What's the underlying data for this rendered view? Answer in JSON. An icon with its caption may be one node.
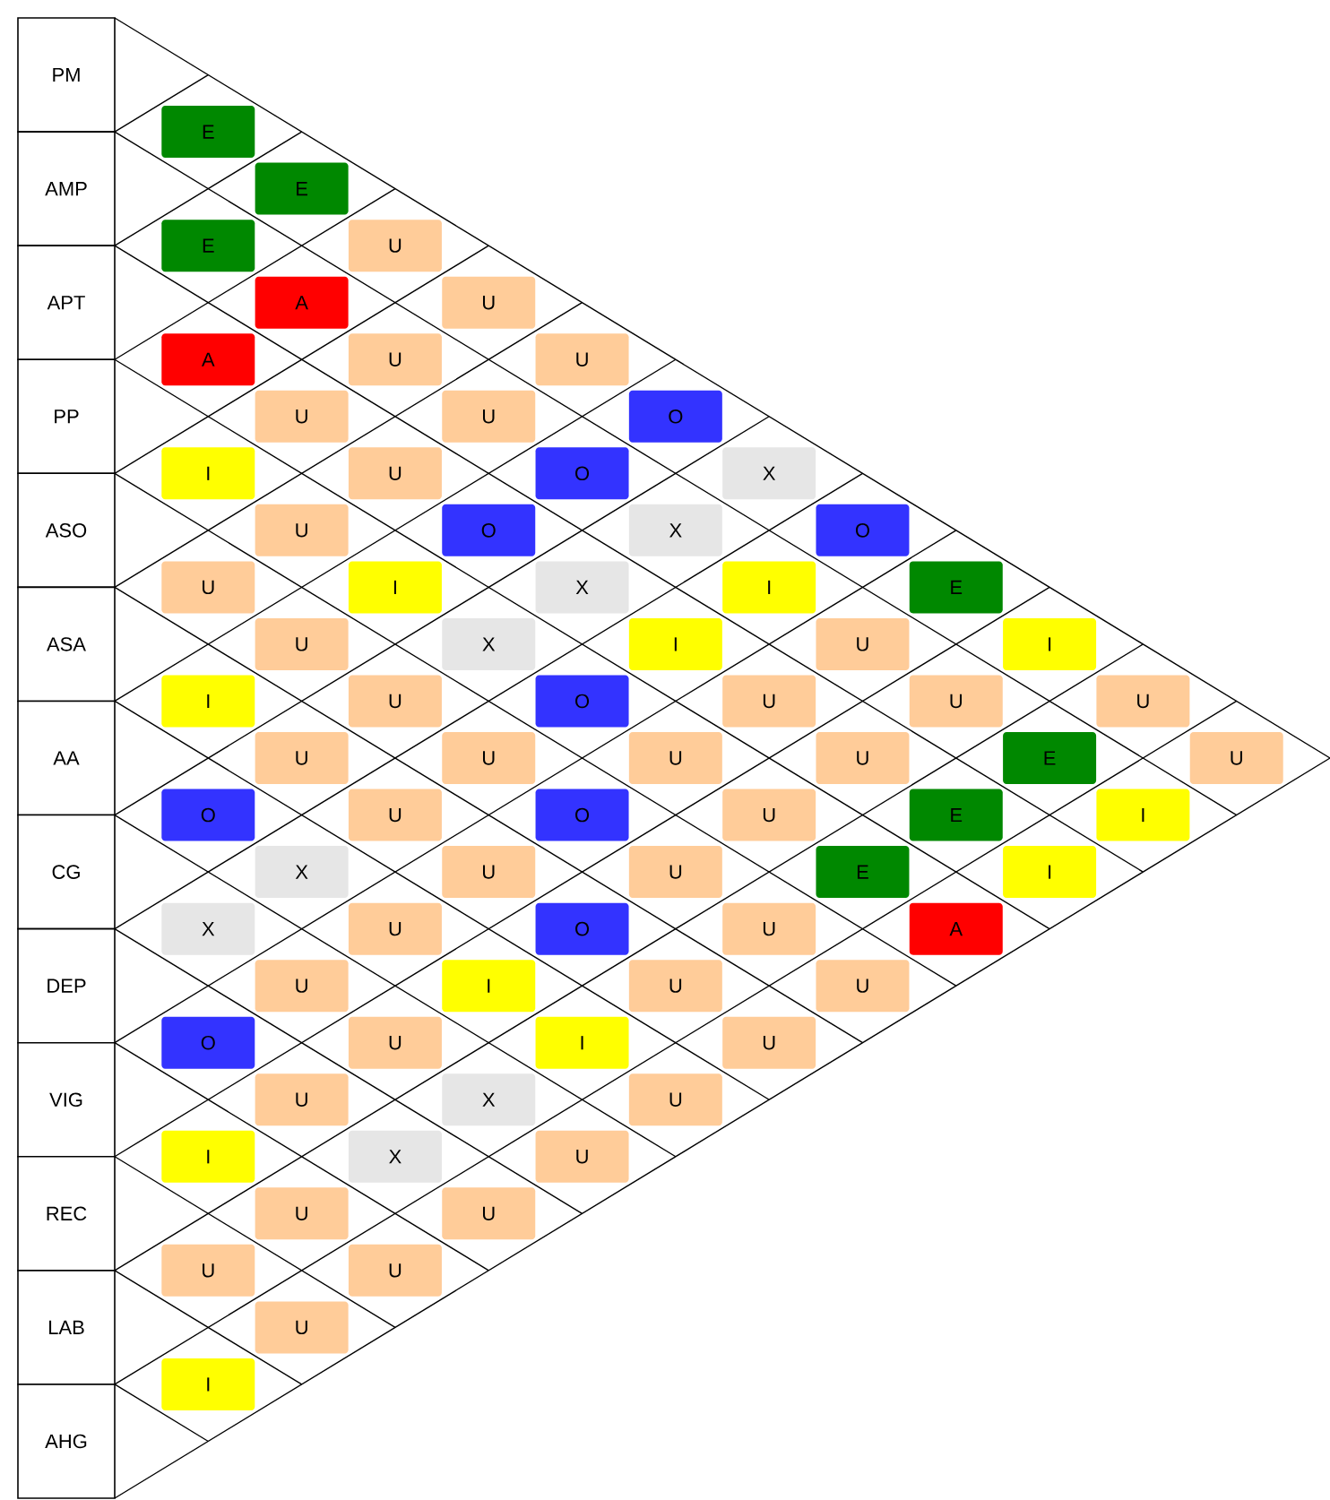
{
  "diagram": {
    "nodes": [
      {
        "text": [
          "PM"
        ]
      },
      {
        "text": [
          "AMP"
        ]
      },
      {
        "text": [
          "APT"
        ]
      },
      {
        "text": [
          "PP"
        ]
      },
      {
        "text": [
          "ASO"
        ]
      },
      {
        "text": [
          "ASA"
        ]
      },
      {
        "text": [
          "AA"
        ]
      },
      {
        "text": [
          "CG"
        ]
      },
      {
        "text": [
          "DEP"
        ]
      },
      {
        "text": [
          "VIG"
        ]
      },
      {
        "text": [
          "REC"
        ]
      },
      {
        "text": [
          "LAB"
        ]
      },
      {
        "text": [
          "AHG"
        ]
      },
      {
        "text": [
          "E"
        ]
      },
      {
        "text": [
          "E"
        ]
      },
      {
        "text": [
          "E"
        ]
      },
      {
        "text": [
          "U"
        ]
      },
      {
        "text": [
          "A"
        ]
      },
      {
        "text": [
          "U"
        ]
      },
      {
        "text": [
          "A"
        ]
      },
      {
        "text": [
          "U"
        ]
      },
      {
        "text": [
          "U"
        ]
      },
      {
        "text": [
          "U"
        ]
      },
      {
        "text": [
          "U"
        ]
      },
      {
        "text": [
          "O"
        ]
      },
      {
        "text": [
          "I"
        ]
      },
      {
        "text": [
          "U"
        ]
      },
      {
        "text": [
          "O"
        ]
      },
      {
        "text": [
          "X"
        ]
      },
      {
        "text": [
          "U"
        ]
      },
      {
        "text": [
          "O"
        ]
      },
      {
        "text": [
          "X"
        ]
      },
      {
        "text": [
          "O"
        ]
      },
      {
        "text": [
          "U"
        ]
      },
      {
        "text": [
          "I"
        ]
      },
      {
        "text": [
          "X"
        ]
      },
      {
        "text": [
          "I"
        ]
      },
      {
        "text": [
          "E"
        ]
      },
      {
        "text": [
          "U"
        ]
      },
      {
        "text": [
          "X"
        ]
      },
      {
        "text": [
          "I"
        ]
      },
      {
        "text": [
          "U"
        ]
      },
      {
        "text": [
          "I"
        ]
      },
      {
        "text": [
          "I"
        ]
      },
      {
        "text": [
          "U"
        ]
      },
      {
        "text": [
          "O"
        ]
      },
      {
        "text": [
          "U"
        ]
      },
      {
        "text": [
          "U"
        ]
      },
      {
        "text": [
          "U"
        ]
      },
      {
        "text": [
          "U"
        ]
      },
      {
        "text": [
          "U"
        ]
      },
      {
        "text": [
          "U"
        ]
      },
      {
        "text": [
          "U"
        ]
      },
      {
        "text": [
          "E"
        ]
      },
      {
        "text": [
          "U"
        ]
      },
      {
        "text": [
          "O"
        ]
      },
      {
        "text": [
          "U"
        ]
      },
      {
        "text": [
          "O"
        ]
      },
      {
        "text": [
          "U"
        ]
      },
      {
        "text": [
          "E"
        ]
      },
      {
        "text": [
          "I"
        ]
      },
      {
        "text": [
          "X"
        ]
      },
      {
        "text": [
          "U"
        ]
      },
      {
        "text": [
          "U"
        ]
      },
      {
        "text": [
          "E"
        ]
      },
      {
        "text": [
          "I"
        ]
      },
      {
        "text": [
          "X"
        ]
      },
      {
        "text": [
          "U"
        ]
      },
      {
        "text": [
          "O"
        ]
      },
      {
        "text": [
          "U"
        ]
      },
      {
        "text": [
          "A"
        ]
      },
      {
        "text": [
          "U"
        ]
      },
      {
        "text": [
          "I"
        ]
      },
      {
        "text": [
          "U"
        ]
      },
      {
        "text": [
          "U"
        ]
      },
      {
        "text": [
          "O"
        ]
      },
      {
        "text": [
          "U"
        ]
      },
      {
        "text": [
          "I"
        ]
      },
      {
        "text": [
          "U"
        ]
      },
      {
        "text": [
          "U"
        ]
      },
      {
        "text": [
          "X"
        ]
      },
      {
        "text": [
          "U"
        ]
      },
      {
        "text": [
          "I"
        ]
      },
      {
        "text": [
          "X"
        ]
      },
      {
        "text": [
          "U"
        ]
      },
      {
        "text": [
          "U"
        ]
      },
      {
        "text": [
          "U"
        ]
      },
      {
        "text": [
          "U"
        ]
      },
      {
        "text": [
          "U"
        ]
      },
      {
        "text": [
          "U"
        ]
      },
      {
        "text": [
          "I"
        ]
      }
    ]
  }
}
